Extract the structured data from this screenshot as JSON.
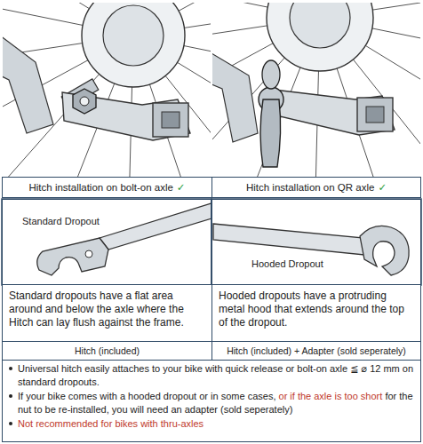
{
  "diagram": {
    "nodes": [
      {
        "text": [
          "Hitch installation on bolt-on axle"
        ]
      },
      {
        "text": [
          "Hitch installation on QR axle"
        ]
      },
      {
        "text": [
          "Standard Dropout"
        ]
      },
      {
        "text": [
          "Hooded Dropout"
        ]
      },
      {
        "text": [
          "Standard dropouts have a flat area around and below the axle where the Hitch can lay flush against the frame."
        ]
      },
      {
        "text": [
          "Hooded dropouts have a protruding metal hood that extends around the top of the dropout."
        ]
      },
      {
        "text": [
          "Hitch (included)"
        ]
      },
      {
        "text": [
          "Hitch (included) + Adapter (sold seperately)"
        ]
      }
    ],
    "labels": [
      "✓",
      "✓",
      "Universal hitch easily attaches to your bike with quick release or bolt-on axle ≦ ⌀ 12 mm on standard dropouts.",
      "If your bike comes with a hooded dropout or in some cases,",
      "or if the axle is too short",
      "for the nut to be re-installed, you will need an adapter (sold seperately)",
      "Not recommended for bikes with thru-axles"
    ]
  }
}
